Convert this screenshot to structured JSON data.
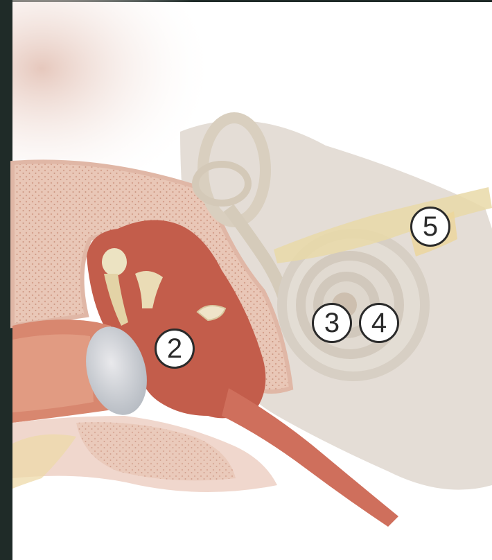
{
  "markers": [
    {
      "label": "2"
    },
    {
      "label": "3"
    },
    {
      "label": "4"
    },
    {
      "label": "5"
    }
  ]
}
